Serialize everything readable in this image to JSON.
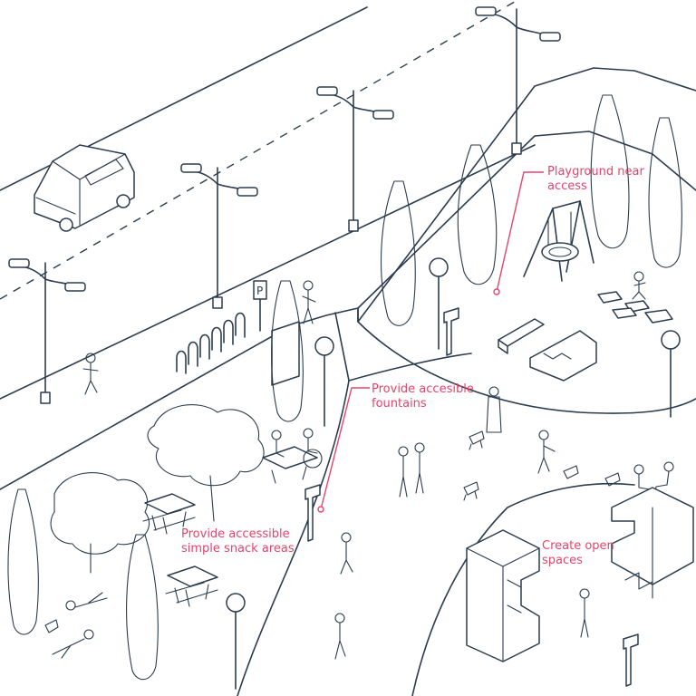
{
  "annotations": [
    {
      "id": "playground",
      "text": "Playground near\naccess"
    },
    {
      "id": "fountains",
      "text": "Provide accesible\nfountains"
    },
    {
      "id": "snack",
      "text": "Provide accessible\nsimple snack areas"
    },
    {
      "id": "open",
      "text": "Create open\nspaces"
    }
  ],
  "colors": {
    "ink": "#2b3d4f",
    "accent": "#e8436a",
    "background": "#ffffff"
  },
  "icons": [
    "parking-sign-icon",
    "street-lamp-icon",
    "van-icon",
    "swing-icon",
    "picnic-table-icon",
    "drinking-fountain-icon",
    "bike-rack-icon",
    "tree-icon"
  ]
}
